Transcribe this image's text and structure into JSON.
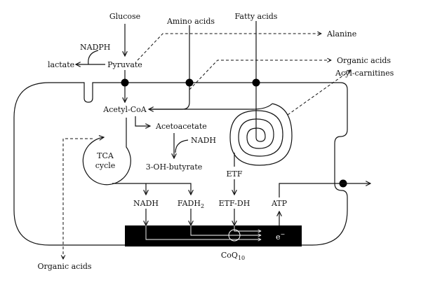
{
  "labels": {
    "glucose": "Glucose",
    "amino_acids": "Amino acids",
    "fatty_acids": "Fatty acids",
    "alanine": "Alanine",
    "nadph": "NADPH",
    "lactate": "lactate",
    "pyruvate": "Pyruvate",
    "organic_acids_top": "Organic acids",
    "acyl_carnitines": "Acyl-carnitines",
    "acetyl_coa": "Acetyl-CoA",
    "acetoacetate": "Acetoacetate",
    "nadh_top": "NADH",
    "butyrate": "3-OH-butyrate",
    "tca_line1": "TCA",
    "tca_line2": "cycle",
    "etf": "ETF",
    "nadh": "NADH",
    "fadh": "FADH",
    "fadh_sub": "2",
    "etf_dh": "ETF-DH",
    "atp": "ATP",
    "electron": "e",
    "electron_sup": "−",
    "coq": "CoQ",
    "coq_sub": "10",
    "organic_acids_bottom": "Organic acids"
  },
  "colors": {
    "line": "#111111",
    "membrane_bar": "#000000",
    "background": "#ffffff"
  }
}
